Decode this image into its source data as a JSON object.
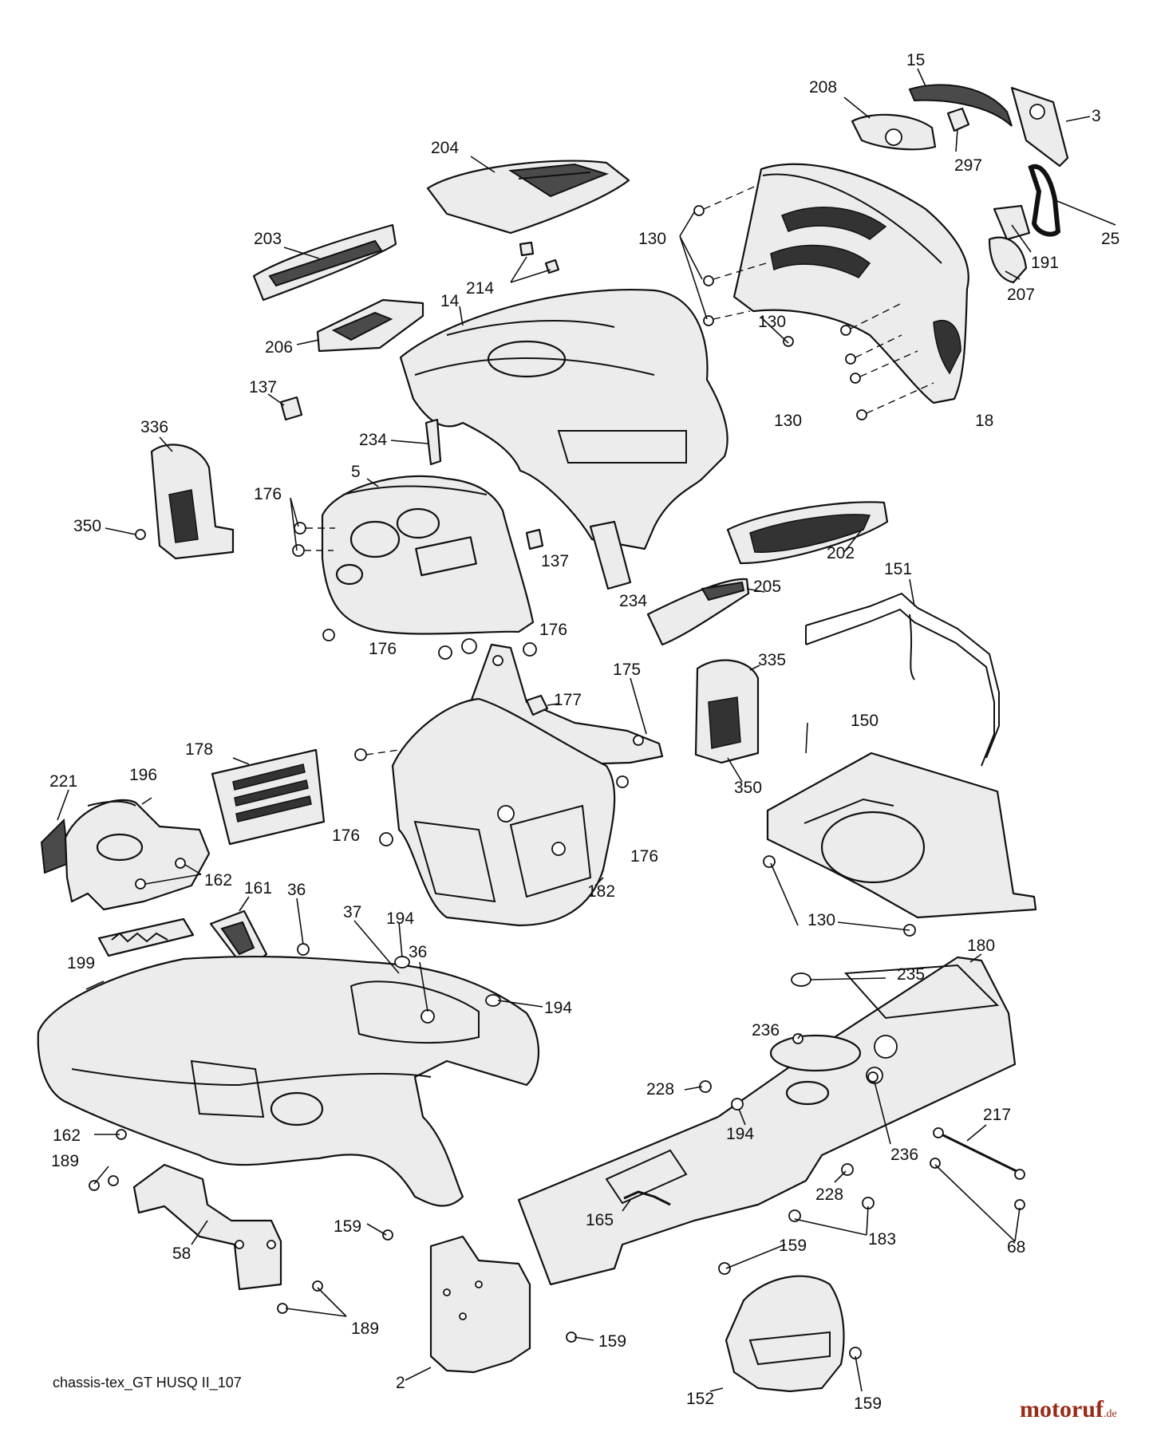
{
  "diagram": {
    "labels": [
      "15",
      "208",
      "3",
      "297",
      "204",
      "25",
      "191",
      "207",
      "203",
      "130",
      "214",
      "14",
      "206",
      "137",
      "234",
      "336",
      "5",
      "176",
      "350",
      "202",
      "205",
      "151",
      "175",
      "177",
      "335",
      "178",
      "221",
      "196",
      "150",
      "162",
      "182",
      "161",
      "36",
      "37",
      "194",
      "199",
      "180",
      "235",
      "236",
      "228",
      "217",
      "189",
      "183",
      "68",
      "58",
      "165",
      "159",
      "2",
      "152"
    ]
  },
  "footer": {
    "code": "chassis-tex_GT HUSQ II_107",
    "brand_main": "motoruf",
    "brand_tld": ".de"
  }
}
